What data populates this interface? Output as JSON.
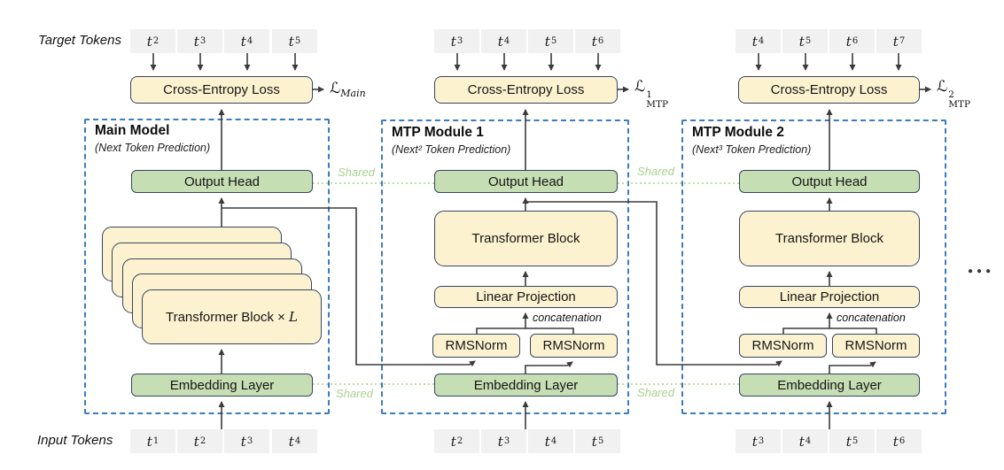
{
  "figure": {
    "side_labels": {
      "target_tokens": "Target Tokens",
      "input_tokens": "Input Tokens"
    },
    "token_base": "t",
    "shared": "Shared",
    "concatenation": "concatenation",
    "ellipsis": "●●●",
    "loss_symbol": "ℒ",
    "stack_multiplier": "L",
    "boxes": {
      "cross_entropy_loss": "Cross-Entropy Loss",
      "output_head": "Output Head",
      "embedding_layer": "Embedding Layer",
      "transformer_block_stack": "Transformer Block ×",
      "transformer_block": "Transformer Block",
      "linear_projection": "Linear Projection",
      "rmsnorm": "RMSNorm"
    },
    "modules": [
      {
        "title": "Main Model",
        "subtitle": "(Next Token Prediction)",
        "loss_sup": "",
        "loss_sub": "Main",
        "target_subs": [
          "2",
          "3",
          "4",
          "5"
        ],
        "input_subs": [
          "1",
          "2",
          "3",
          "4"
        ]
      },
      {
        "title": "MTP Module 1",
        "subtitle": "(Next² Token Prediction)",
        "loss_sup": "1",
        "loss_sub": "MTP",
        "target_subs": [
          "3",
          "4",
          "5",
          "6"
        ],
        "input_subs": [
          "2",
          "3",
          "4",
          "5"
        ]
      },
      {
        "title": "MTP Module 2",
        "subtitle": "(Next³ Token Prediction)",
        "loss_sup": "2",
        "loss_sub": "MTP",
        "target_subs": [
          "4",
          "5",
          "6",
          "7"
        ],
        "input_subs": [
          "3",
          "4",
          "5",
          "6"
        ]
      }
    ],
    "colors": {
      "block_fill_cream": "#fdf2d0",
      "block_fill_green": "#c6deb4",
      "token_fill_gray": "#f1f1f1",
      "block_border": "#354561",
      "dashed_module_border": "#3a7cbf",
      "shared_green": "#a9d18e",
      "connector": "#3b3b3b"
    }
  }
}
